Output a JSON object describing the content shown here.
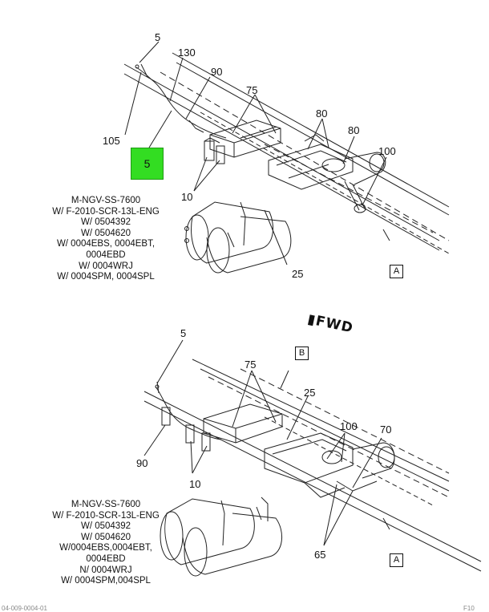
{
  "top_view": {
    "callouts": [
      "5",
      "130",
      "90",
      "75",
      "80",
      "80",
      "100",
      "105",
      "10",
      "25"
    ],
    "highlight_label": "5",
    "box_label": "A",
    "note_lines": [
      "M-NGV-SS-7600",
      "W/ F-2010-SCR-13L-ENG",
      "W/ 0504392",
      "W/ 0504620",
      "W/ 0004EBS, 0004EBT,",
      "0004EBD",
      "W/ 0004WRJ",
      "W/ 0004SPM, 0004SPL"
    ]
  },
  "fwd_label": "FWD",
  "bottom_view": {
    "callouts": [
      "5",
      "75",
      "25",
      "100",
      "70",
      "90",
      "10",
      "65"
    ],
    "box_label_b": "B",
    "box_label_a": "A",
    "note_lines": [
      "M-NGV-SS-7600",
      "W/ F-2010-SCR-13L-ENG",
      "W/ 0504392",
      "W/ 0504620",
      "W/0004EBS,0004EBT,",
      "0004EBD",
      "N/ 0004WRJ",
      "W/ 0004SPM,004SPL"
    ]
  },
  "footer_left": "04-009-0004-01",
  "footer_right": "F10"
}
